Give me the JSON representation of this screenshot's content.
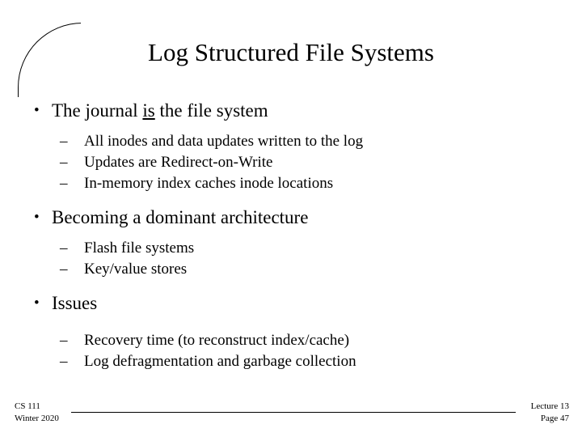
{
  "slide": {
    "title": "Log Structured File Systems",
    "bullet_glyph": "•",
    "dash_glyph": "–",
    "points": [
      {
        "level": 1,
        "text_before": "The journal ",
        "text_underline": "is",
        "text_after": " the file system"
      },
      {
        "level": 2,
        "text": "All inodes and data updates written to the log"
      },
      {
        "level": 2,
        "text": "Updates are Redirect-on-Write"
      },
      {
        "level": 2,
        "text": "In-memory index caches inode locations"
      },
      {
        "level": 1,
        "text": "Becoming a dominant architecture"
      },
      {
        "level": 2,
        "text": "Flash file systems"
      },
      {
        "level": 2,
        "text": "Key/value stores"
      },
      {
        "level": 1,
        "text": "Issues"
      },
      {
        "level": 2,
        "text": "Recovery time (to reconstruct index/cache)"
      },
      {
        "level": 2,
        "text": "Log defragmentation and garbage collection"
      }
    ],
    "footer": {
      "course": "CS 111",
      "term": "Winter 2020",
      "lecture": "Lecture 13",
      "page": "Page 47"
    },
    "colors": {
      "text": "#000000",
      "background": "#ffffff",
      "frame": "#000000"
    }
  }
}
